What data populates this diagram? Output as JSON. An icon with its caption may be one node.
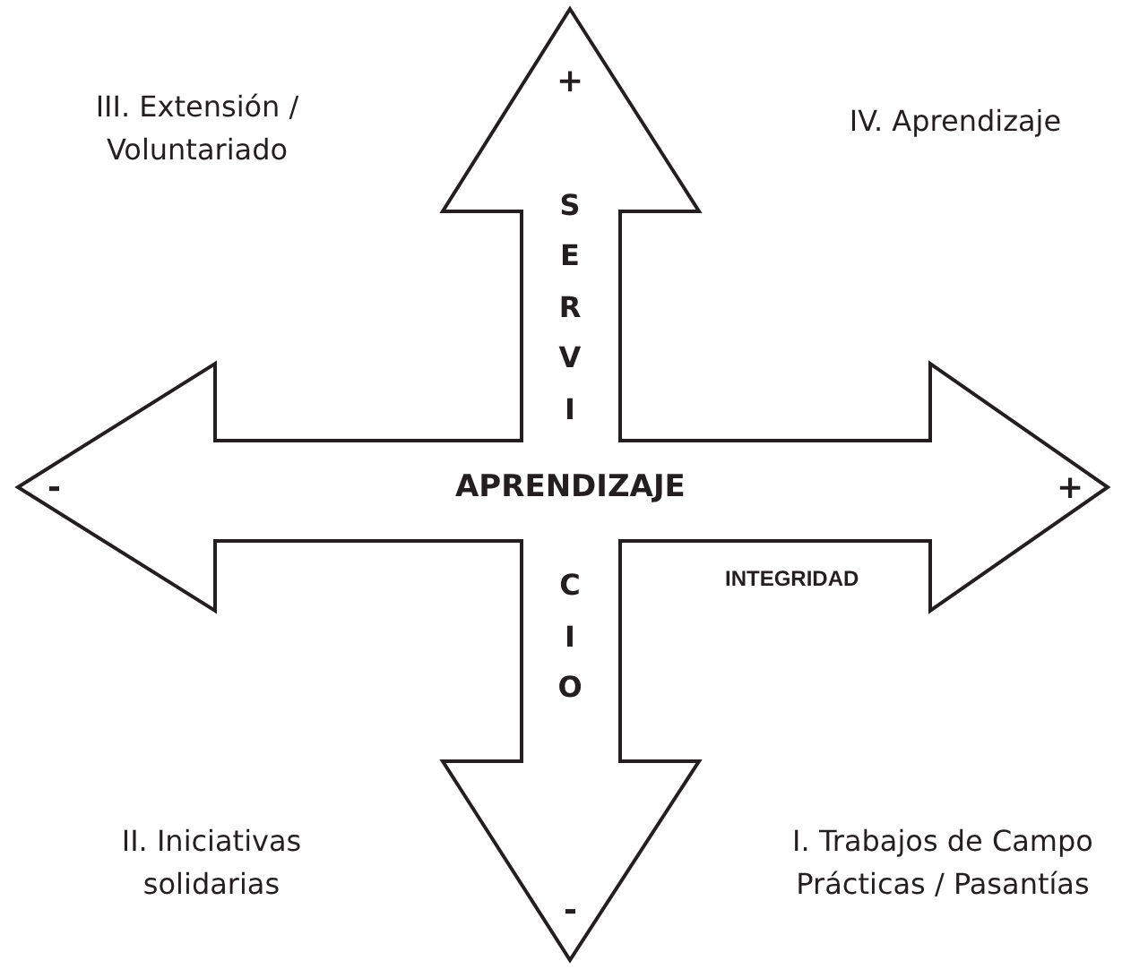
{
  "diagram": {
    "nodes": [
      {
        "text": [
          "+",
          "SERVI",
          "-",
          "APRENDIZAJE",
          "+",
          "CIO",
          "INTEGRIDAD",
          "-"
        ]
      }
    ],
    "labels": [
      "III. Extensión / Voluntariado",
      "IV. Aprendizaje",
      "II. Iniciativas solidarias",
      "I. Trabajos de Campo Prácticas / Pasantías"
    ]
  }
}
